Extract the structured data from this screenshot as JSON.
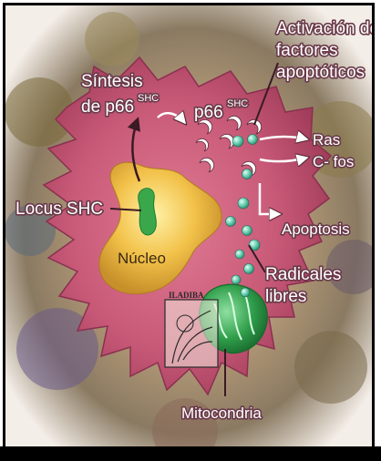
{
  "labels": {
    "activacion_line1": "Activación de",
    "activacion_line2": "factores",
    "activacion_line3": "apoptóticos",
    "sintesis_line1": "Síntesis",
    "sintesis_line2": "de p66",
    "sintesis_sup": "SHC",
    "p66": "p66",
    "p66_sup": "SHC",
    "ras": "Ras",
    "cfos": "C- fos",
    "locus": "Locus SHC",
    "nucleo": "Núcleo",
    "apoptosis": "Apoptosis",
    "radicales_line1": "Radicales",
    "radicales_line2": "libres",
    "mitocondria": "Mitocondria"
  },
  "watermark": {
    "text": "ILADIBA"
  },
  "colors": {
    "cell": "#c85a78",
    "nucleus": "#f2c24a",
    "locus": "#3aa84a",
    "mitochondria": "#2f9e4a",
    "particle": "#5ec6a8",
    "label_fill": "#ffffff",
    "label_outline": "#6a3a4a"
  }
}
